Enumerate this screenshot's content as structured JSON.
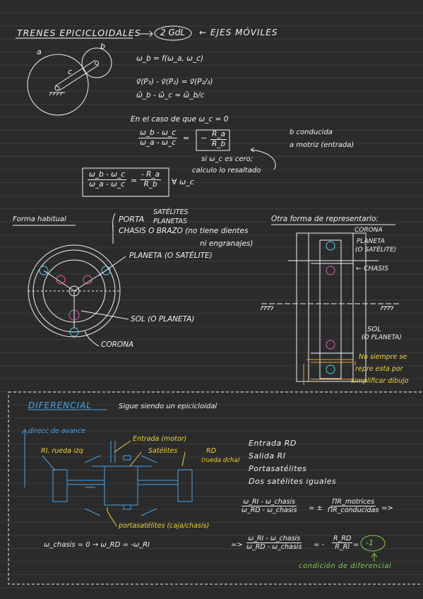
{
  "header": {
    "title": "TRENES EPICICLOIDALES",
    "dof": "2 GdL",
    "moving_axes": "← EJES MÓVILES"
  },
  "fig1": {
    "label_a": "a",
    "label_b": "b",
    "label_c": "c"
  },
  "eqs": {
    "e1": "ω_b = f(ω_a, ω_c)",
    "e2": "v⃗(P₃) - v⃗(P₂) = v⃗(P₂/₃)",
    "e3": "ω̃_b - ω̃_c = ω̃_b/c",
    "case": "En el caso de que ω_c = 0",
    "f1_num": "ω_b - ω_c",
    "f1_den": "ω_a - ω_c",
    "eq_sign": "=",
    "r_num": "R_a",
    "r_den": "R_b",
    "minus": "−",
    "b_label": "b conducida",
    "a_label": "a motriz (entrada)",
    "note1": "si ω_c es cero;",
    "note2": "calculo lo resaltado",
    "f2_num": "ω_b - ω_c",
    "f2_den": "ω_a - ω_c",
    "f2_rnum": "- R_a",
    "f2_rden": "R_b",
    "forall": "∀ ω_c"
  },
  "section2": {
    "left_title": "Forma habitual",
    "porta": "PORTA",
    "satelites": "SATÉLITES",
    "planetas": "PLANETAS",
    "chasis": "CHASIS O BRAZO (no tiene dientes",
    "chasis2": "ni engranajes)",
    "planeta": "PLANETA (O SATÉLITE)",
    "sol": "SOL (O PLANETA)",
    "corona": "CORONA",
    "right_title": "Otra forma de representarlo:",
    "r_corona": "CORONA",
    "r_planeta": "PLANETA",
    "r_planeta2": "(O SATÉLITE)",
    "r_chasis": "← CHASIS",
    "r_sol": "SOL",
    "r_sol2": "(O PLANETA)",
    "note_a": "No siempre se",
    "note_b": "repre esta por",
    "note_c": "simplificar dibujo"
  },
  "diferencial": {
    "title": "DIFERENCIAL",
    "subtitle": "Sigue siendo un epicicloidal",
    "advance": "direcc de avance",
    "ri_wheel": "RI, rueda izq",
    "entrada": "Entrada (motor)",
    "satelites": "Satélites",
    "rd": "RD",
    "rd2": "(rueda dcha)",
    "portasat": "portasatélites (caja/chasis)",
    "list": [
      "Entrada RD",
      "Salida RI",
      "Portasatélites",
      "Dos satélites iguales"
    ],
    "eqA_num": "ω_RI - ω_chasis",
    "eqA_den": "ω_RD - ω_chasis",
    "eqA_eq": "= ±",
    "eqA_rnum": "ΠR_motrices",
    "eqA_rden": "ΠR_conducidas",
    "arrow": "=>",
    "bottom_left": "ω_chasis = 0 → ω_RD = -ω_RI",
    "eqB_pre": "=>",
    "eqB_num": "ω_RI - ω_chasis",
    "eqB_den": "ω_RD - ω_chasis",
    "eqB_eq": "= -",
    "eqB_rnum": "R_RD",
    "eqB_rden": "R_RI",
    "eqB_eq2": "=",
    "result": "-1",
    "condition": "condición de diferencial"
  }
}
